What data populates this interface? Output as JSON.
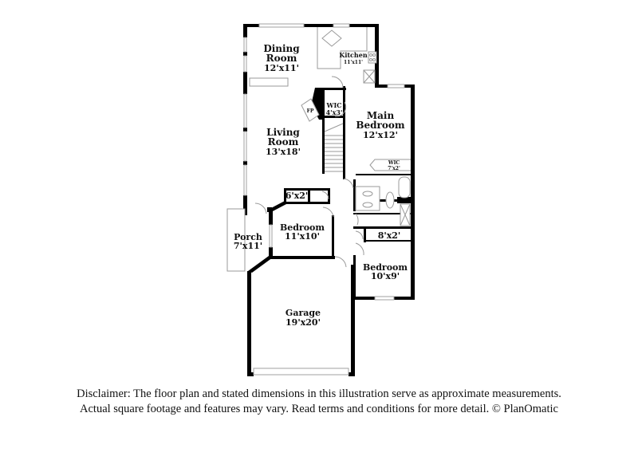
{
  "floorplan": {
    "rooms": [
      {
        "id": "dining-room",
        "name_line1": "Dining",
        "name_line2": "Room",
        "dims": "12'x11'"
      },
      {
        "id": "kitchen",
        "name": "Kitchen",
        "dims": "11'x11'"
      },
      {
        "id": "living-room",
        "name_line1": "Living",
        "name_line2": "Room",
        "dims": "13'x18'"
      },
      {
        "id": "wic-small",
        "name": "WIC",
        "dims": "4'x3'"
      },
      {
        "id": "main-bedroom",
        "name_line1": "Main",
        "name_line2": "Bedroom",
        "dims": "12'x12'"
      },
      {
        "id": "main-wic",
        "name": "WIC",
        "dims": "7'x2'"
      },
      {
        "id": "closet-6x2",
        "dims": "6'x2'"
      },
      {
        "id": "bedroom-2",
        "name": "Bedroom",
        "dims": "11'x10'"
      },
      {
        "id": "porch",
        "name": "Porch",
        "dims": "7'x11'"
      },
      {
        "id": "closet-8x2",
        "dims": "8'x2'"
      },
      {
        "id": "bedroom-3",
        "name": "Bedroom",
        "dims": "10'x9'"
      },
      {
        "id": "garage",
        "name": "Garage",
        "dims": "19'x20'"
      }
    ],
    "fixtures": {
      "fireplace": "FP"
    }
  },
  "disclaimer": {
    "line1": "Disclaimer: The floor plan and stated dimensions in this illustration serve as approximate measurements.",
    "line2": "Actual square footage and features may vary. Read terms and conditions for more detail. © PlanOmatic"
  }
}
